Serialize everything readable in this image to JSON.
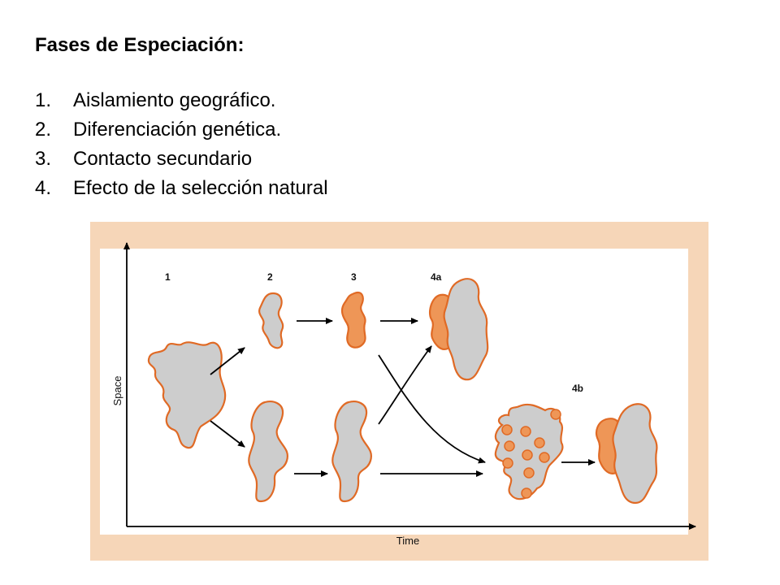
{
  "slide": {
    "title": "Fases de Especiación:",
    "phases": [
      {
        "number": "1.",
        "text": "Aislamiento geográfico."
      },
      {
        "number": "2.",
        "text": "Diferenciación genética."
      },
      {
        "number": "3.",
        "text": "Contacto secundario"
      },
      {
        "number": "4.",
        "text": "Efecto de la selección natural"
      }
    ]
  },
  "figure": {
    "stage_labels": {
      "s1": "1",
      "s2": "2",
      "s3": "3",
      "s4a": "4a",
      "s4b": "4b"
    },
    "y_axis_label": "Space",
    "x_axis_label": "Time",
    "colors": {
      "frame_background": "#f6d6b8",
      "population_gray": "#cdcdcd",
      "population_orange": "#ee9657",
      "outline_orange": "#e06a25"
    }
  }
}
